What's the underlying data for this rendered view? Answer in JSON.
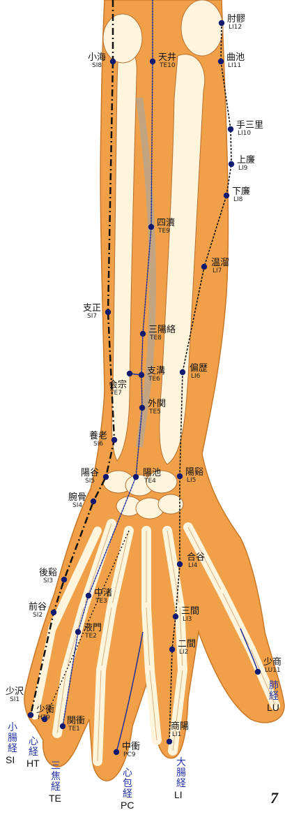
{
  "colors": {
    "skin": "#f0a048",
    "bone": "#fff4dc",
    "meridian_blue": "#1d2f9c",
    "meridian_black": "#111111",
    "point": "#101a70",
    "label_blue": "#2a3aa8"
  },
  "points": [
    {
      "id": "LI12",
      "name": "肘髎",
      "code": "LI12"
    },
    {
      "id": "LI11",
      "name": "曲池",
      "code": "LI11"
    },
    {
      "id": "LI10",
      "name": "手三里",
      "code": "LI10"
    },
    {
      "id": "LI9",
      "name": "上廉",
      "code": "LI9"
    },
    {
      "id": "LI8",
      "name": "下廉",
      "code": "LI8"
    },
    {
      "id": "LI7",
      "name": "温溜",
      "code": "LI7"
    },
    {
      "id": "LI6",
      "name": "偏歴",
      "code": "LI6"
    },
    {
      "id": "LI5",
      "name": "陽谿",
      "code": "LI5"
    },
    {
      "id": "LI4",
      "name": "合谷",
      "code": "LI4"
    },
    {
      "id": "LI3",
      "name": "三間",
      "code": "LI3"
    },
    {
      "id": "LI2",
      "name": "二間",
      "code": "LI2"
    },
    {
      "id": "LI1",
      "name": "商陽",
      "code": "LI1"
    },
    {
      "id": "SI8",
      "name": "小海",
      "code": "SI8"
    },
    {
      "id": "SI7",
      "name": "支正",
      "code": "SI7"
    },
    {
      "id": "SI6",
      "name": "養老",
      "code": "SI6"
    },
    {
      "id": "SI5",
      "name": "陽谷",
      "code": "SI5"
    },
    {
      "id": "SI4",
      "name": "腕骨",
      "code": "SI4"
    },
    {
      "id": "SI3",
      "name": "後谿",
      "code": "SI3"
    },
    {
      "id": "SI2",
      "name": "前谷",
      "code": "SI2"
    },
    {
      "id": "SI1",
      "name": "少沢",
      "code": "SI1"
    },
    {
      "id": "TE10",
      "name": "天井",
      "code": "TE10"
    },
    {
      "id": "TE9",
      "name": "四瀆",
      "code": "TE9"
    },
    {
      "id": "TE8",
      "name": "三陽絡",
      "code": "TE8"
    },
    {
      "id": "TE7",
      "name": "会宗",
      "code": "TE7"
    },
    {
      "id": "TE6",
      "name": "支溝",
      "code": "TE6"
    },
    {
      "id": "TE5",
      "name": "外関",
      "code": "TE5"
    },
    {
      "id": "TE4",
      "name": "陽池",
      "code": "TE4"
    },
    {
      "id": "TE3",
      "name": "中渚",
      "code": "TE3"
    },
    {
      "id": "TE2",
      "name": "液門",
      "code": "TE2"
    },
    {
      "id": "TE1",
      "name": "関衝",
      "code": "TE1"
    },
    {
      "id": "HT9",
      "name": "少衝",
      "code": "HT9"
    },
    {
      "id": "PC9",
      "name": "中衝",
      "code": "PC9"
    },
    {
      "id": "LU11",
      "name": "少商",
      "code": "LU11"
    }
  ],
  "meridians": [
    {
      "id": "SI",
      "name": "小腸経",
      "code": "SI"
    },
    {
      "id": "HT",
      "name": "心経",
      "code": "HT"
    },
    {
      "id": "TE",
      "name": "三焦経",
      "code": "TE"
    },
    {
      "id": "PC",
      "name": "心包経",
      "code": "PC"
    },
    {
      "id": "LI",
      "name": "大腸経",
      "code": "LI"
    },
    {
      "id": "LU",
      "name": "肺経",
      "code": "LU"
    }
  ],
  "page_number": "7"
}
